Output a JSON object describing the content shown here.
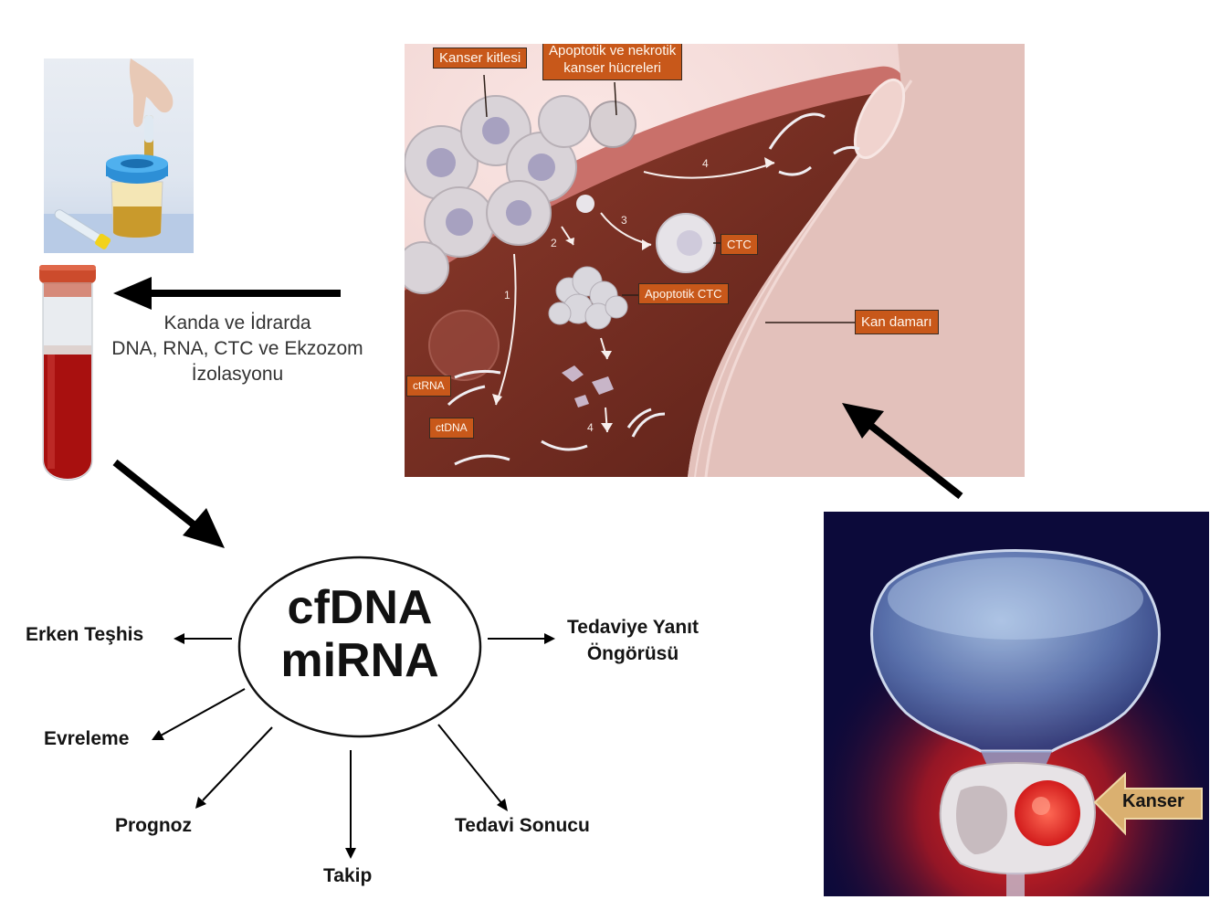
{
  "isolation": {
    "line1": "Kanda ve İdrarda",
    "line2": "DNA, RNA, CTC ve Ekzozom",
    "line3": "İzolasyonu"
  },
  "vessel": {
    "labels": {
      "tumor_mass": "Kanser kitlesi",
      "apoptotic_line1": "Apoptotik ve nekrotik",
      "apoptotic_line2": "kanser hücreleri",
      "ctc": "CTC",
      "apoptotic_ctc": "Apoptotik CTC",
      "blood_vessel": "Kan damarı",
      "ctrna": "ctRNA",
      "ctdna": "ctDNA"
    },
    "step_numbers": [
      "1",
      "2",
      "3",
      "4",
      "4"
    ]
  },
  "center": {
    "line1": "cfDNA",
    "line2": "miRNA"
  },
  "outcomes": {
    "early_diagnosis": "Erken Teşhis",
    "staging": "Evreleme",
    "prognosis": "Prognoz",
    "follow_up": "Takip",
    "treatment_result": "Tedavi Sonucu",
    "response_line1": "Tedaviye Yanıt",
    "response_line2": "Öngörüsü"
  },
  "prostate": {
    "cancer_label": "Kanser"
  }
}
